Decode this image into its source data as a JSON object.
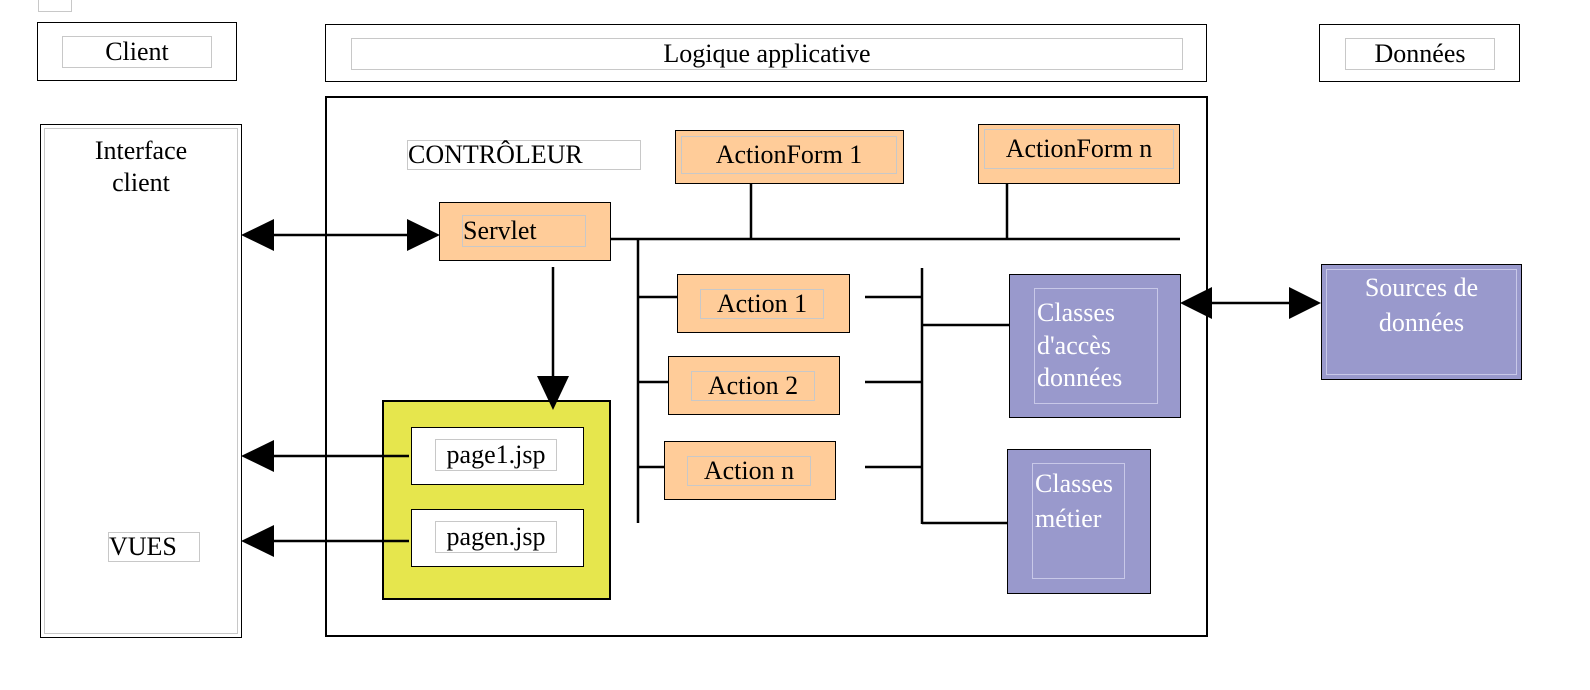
{
  "headers": {
    "client": "Client",
    "logic": "Logique applicative",
    "data": "Données"
  },
  "client_panel": {
    "title_line1": "Interface",
    "title_line2": "client",
    "views": "VUES"
  },
  "controller": {
    "label": "CONTRÔLEUR",
    "servlet": "Servlet",
    "actionform1": "ActionForm 1",
    "actionformn": "ActionForm n",
    "action1": "Action 1",
    "action2": "Action 2",
    "actionn": "Action n"
  },
  "views_box": {
    "page1": "page1.jsp",
    "pagen": "pagen.jsp"
  },
  "classes": {
    "access_line1": "Classes",
    "access_line2": "d'accès",
    "access_line3": "données",
    "business_line1": "Classes",
    "business_line2": "métier"
  },
  "sources": {
    "line1": "Sources de",
    "line2": "données"
  },
  "colors": {
    "orange": "#ffcc99",
    "purple": "#9999cc",
    "yellow": "#e6e64d"
  }
}
